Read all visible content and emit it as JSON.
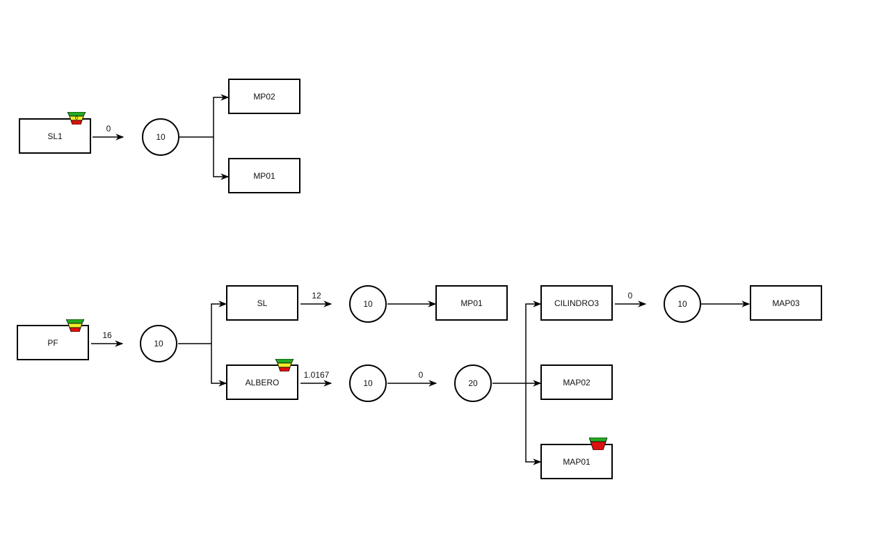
{
  "colors": {
    "stroke": "#000000",
    "gauge_green": "#22aa22",
    "gauge_yellow": "#f2ee2a",
    "gauge_red": "#dd1111"
  },
  "diagram": {
    "processes": {
      "sl1": "SL1",
      "mp02_top": "MP02",
      "mp01_top": "MP01",
      "pf": "PF",
      "sl": "SL",
      "albero": "ALBERO",
      "mp01_mid": "MP01",
      "cilindro3": "CILINDRO3",
      "map02": "MAP02",
      "map01": "MAP01",
      "map03": "MAP03"
    },
    "buffers": {
      "b_sl1": "10",
      "b_pf": "10",
      "b_sl": "10",
      "b_albero": "10",
      "b_twenty": "20",
      "b_cil": "10"
    },
    "edge_labels": {
      "sl1_out": "0",
      "pf_out": "16",
      "sl_out": "12",
      "albero_out": "1.0167",
      "buffer_mid": "0",
      "cil_out": "0"
    },
    "gauges": {
      "sl1": {
        "label": "0",
        "levels": [
          "green",
          "yellow",
          "red"
        ]
      },
      "pf": {
        "levels": [
          "green",
          "yellow",
          "red"
        ]
      },
      "albero": {
        "levels": [
          "green",
          "yellow",
          "red"
        ]
      },
      "map01": {
        "levels": [
          "green",
          "red"
        ]
      }
    }
  }
}
